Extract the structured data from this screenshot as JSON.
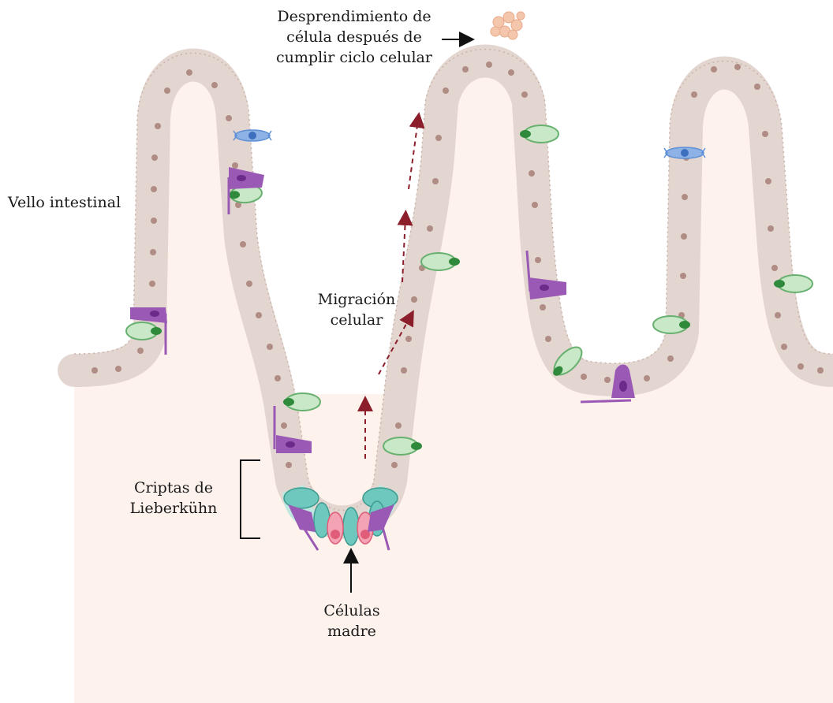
{
  "labels": {
    "detachment": [
      "Desprendimiento de",
      "célula después de",
      "cumplir ciclo celular"
    ],
    "villus": "Vello intestinal",
    "migration": [
      "Migración",
      "celular"
    ],
    "crypts": [
      "Criptas de",
      "Lieberkühn"
    ],
    "stem_cells": [
      "Células",
      "madre"
    ]
  },
  "colors": {
    "tissue": "#fdf2ec",
    "epithelium": "#e3d5cf",
    "epithelium_edge": "#c9b4ab",
    "nucleus": "#b08d84",
    "goblet": "#67b06f",
    "goblet_light": "#c9e8c8",
    "tuft": "#9b59b6",
    "enteroendocrine": "#5b8fd6",
    "paneth": "#e05d7a",
    "stem": "#6ec8bd",
    "migration_arrow": "#8b1e2a",
    "arrow": "#111111"
  },
  "icons": {
    "goblet_cell": "goblet-cell-icon",
    "tuft_cell": "tuft-cell-icon",
    "enteroendocrine_cell": "enteroendocrine-cell-icon",
    "paneth_cell": "paneth-cell-icon",
    "stem_cell": "stem-cell-icon",
    "shed_cell": "shed-cell-icon"
  }
}
